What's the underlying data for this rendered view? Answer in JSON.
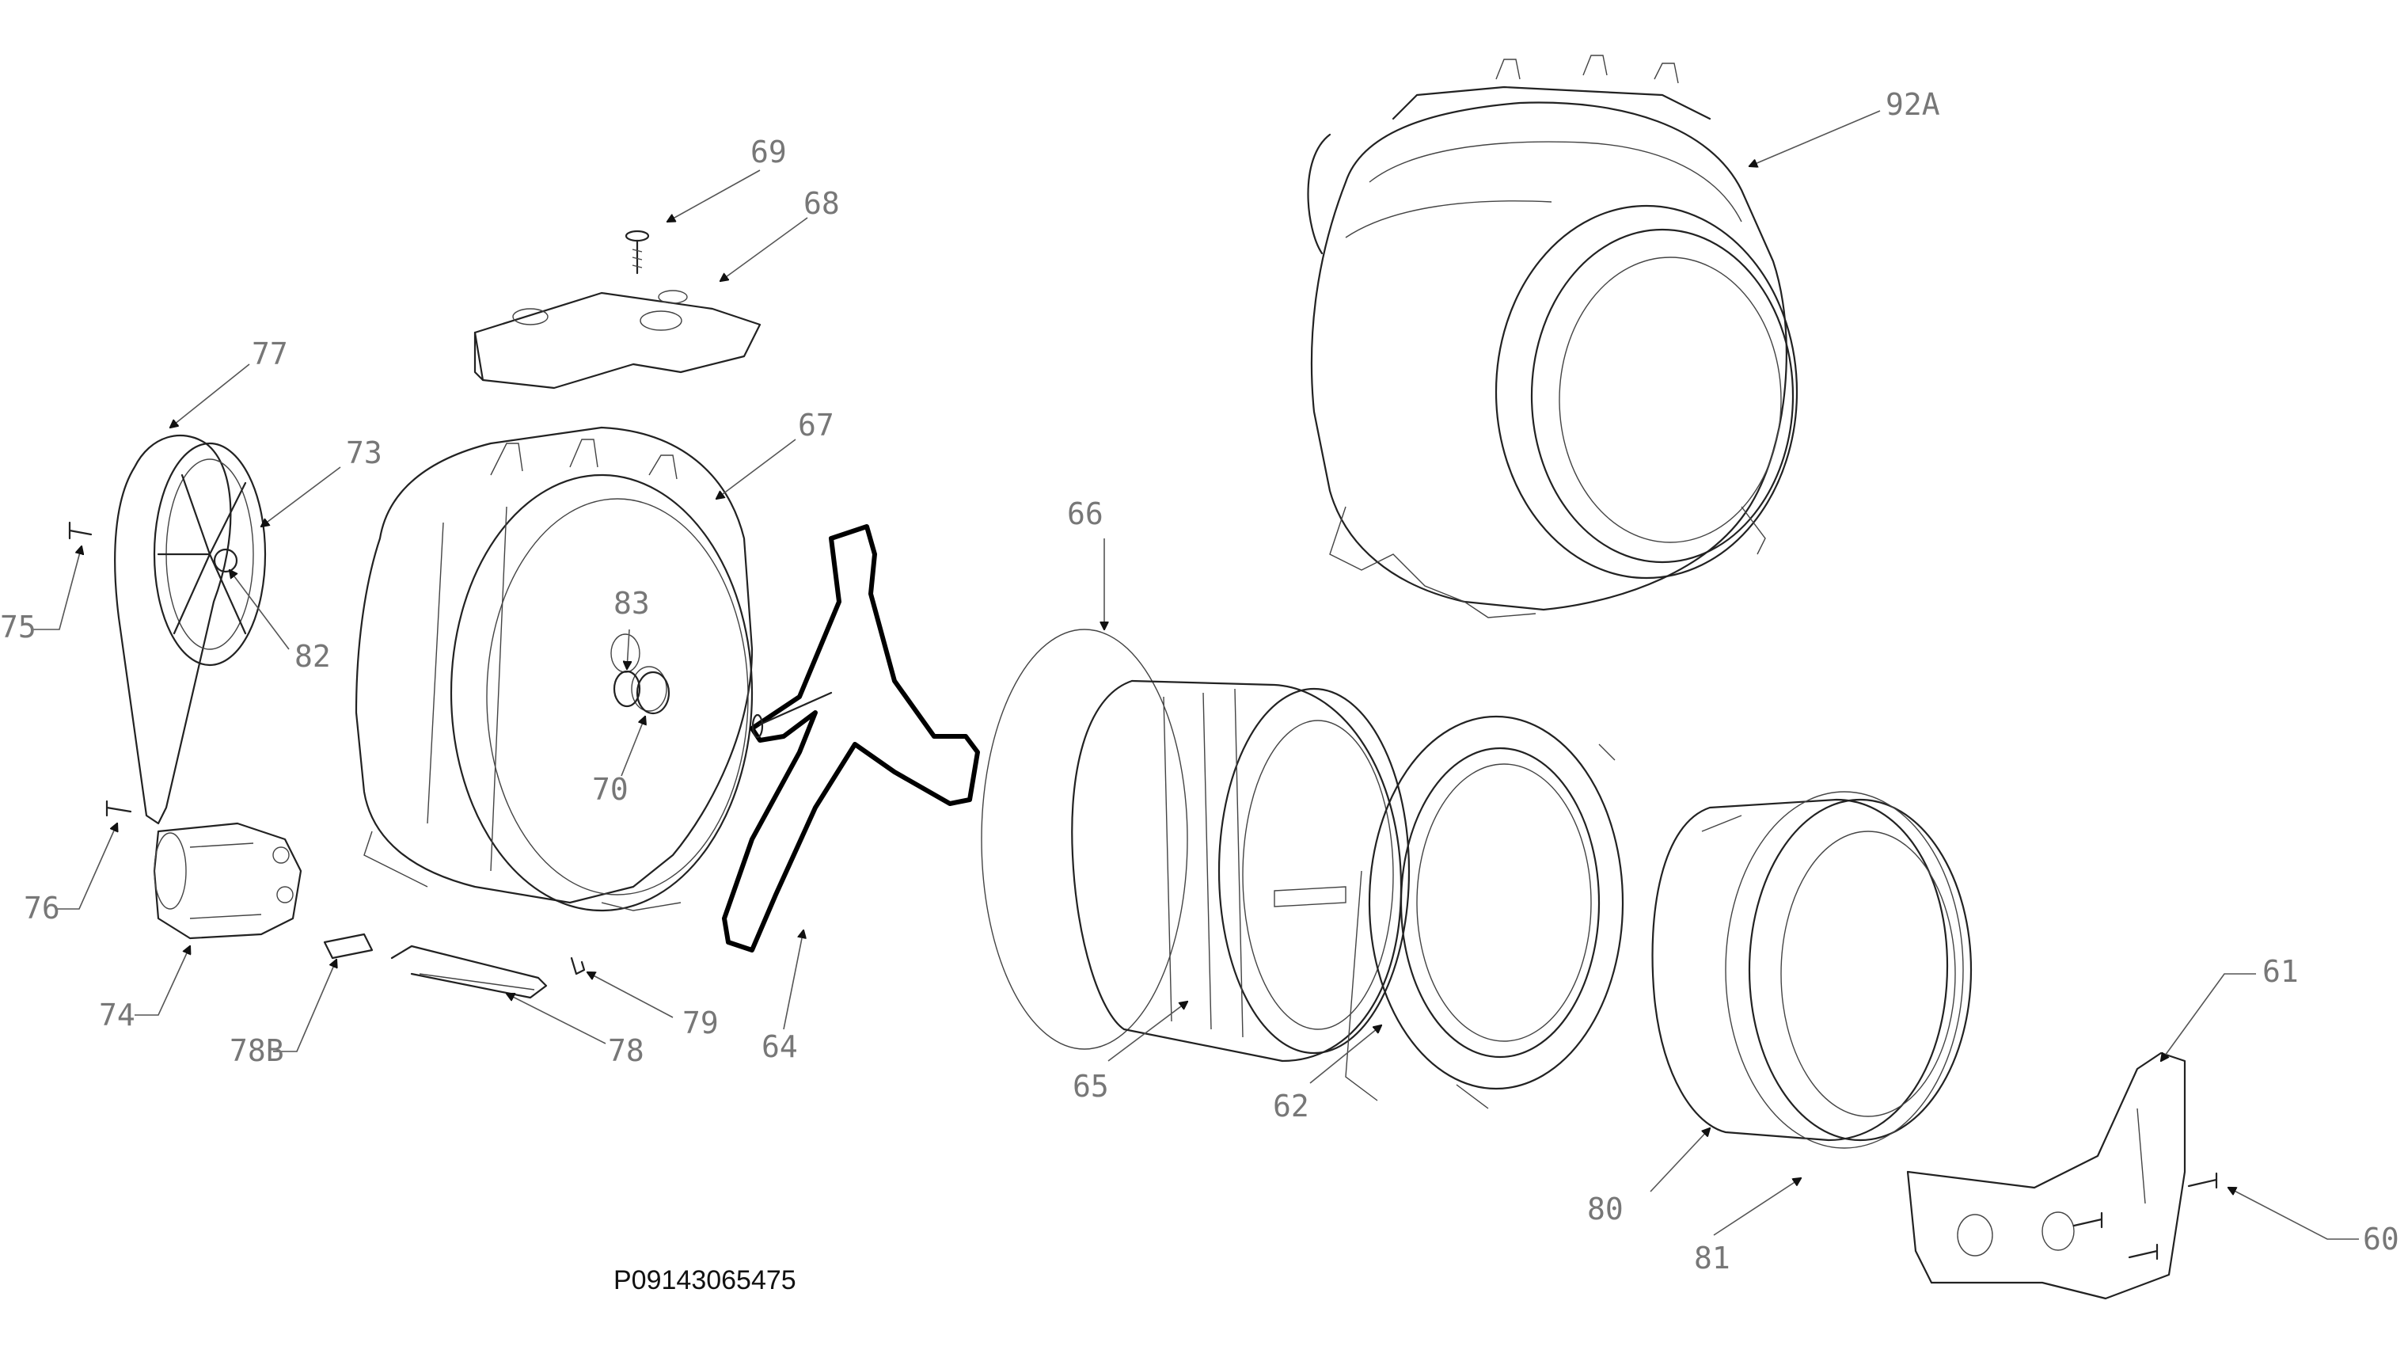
{
  "diagram": {
    "code": "P09143065475",
    "labels": {
      "l60": "60",
      "l61": "61",
      "l62": "62",
      "l64": "64",
      "l65": "65",
      "l66": "66",
      "l67": "67",
      "l68": "68",
      "l69": "69",
      "l70": "70",
      "l73": "73",
      "l74": "74",
      "l75": "75",
      "l76": "76",
      "l77": "77",
      "l78": "78",
      "l78B": "78B",
      "l79": "79",
      "l80": "80",
      "l81": "81",
      "l82": "82",
      "l83": "83",
      "l92A": "92A"
    }
  }
}
